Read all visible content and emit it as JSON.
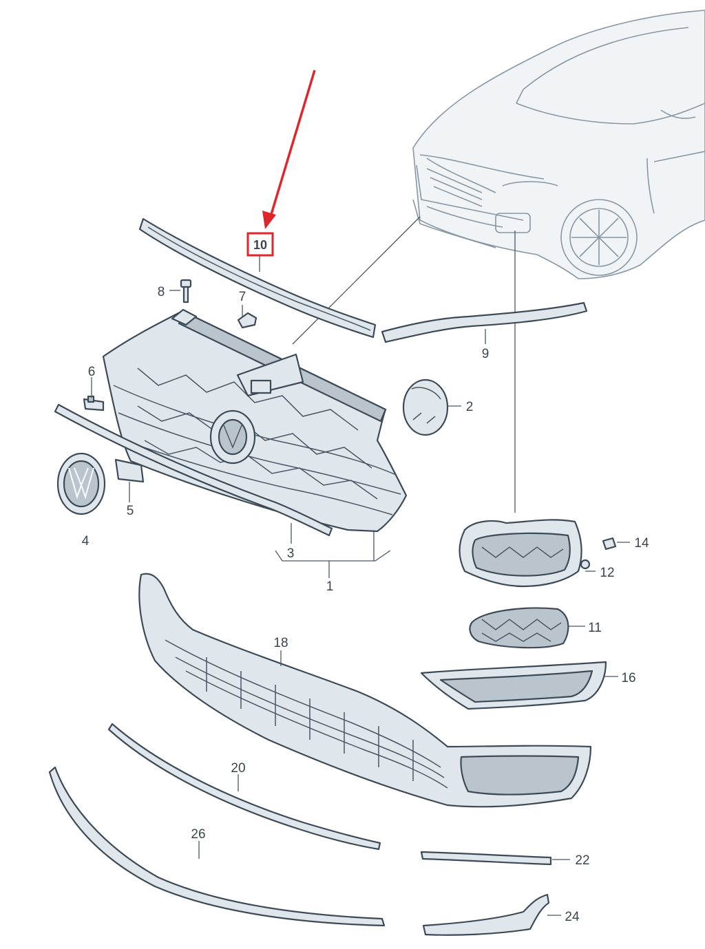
{
  "diagram": {
    "highlight_color": "#e0262b",
    "line_color": "#3d4a55",
    "part_fill": "#dfe6ec",
    "highlighted_part": "10",
    "callouts": {
      "c1": "1",
      "c2": "2",
      "c3": "3",
      "c4": "4",
      "c5": "5",
      "c6": "6",
      "c7": "7",
      "c8": "8",
      "c9": "9",
      "c10": "10",
      "c11": "11",
      "c12": "12",
      "c14": "14",
      "c16": "16",
      "c18": "18",
      "c20": "20",
      "c22": "22",
      "c24": "24",
      "c26": "26"
    },
    "icons": [
      "vw-emblem-icon",
      "highlight-arrow-icon"
    ]
  }
}
